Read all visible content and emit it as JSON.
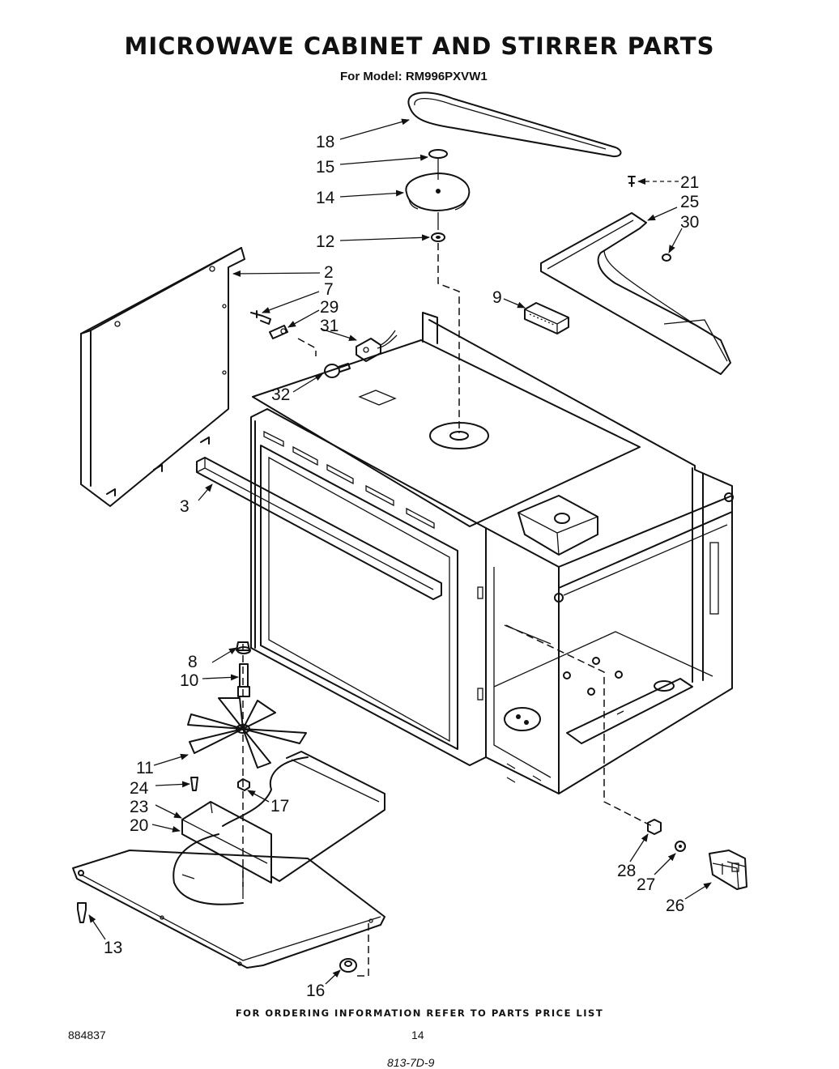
{
  "header": {
    "title": "MICROWAVE CABINET AND STIRRER PARTS",
    "subtitle": "For Model: RM996PXVW1"
  },
  "callouts": [
    "18",
    "15",
    "14",
    "12",
    "2",
    "7",
    "29",
    "31",
    "32",
    "3",
    "9",
    "21",
    "25",
    "30",
    "8",
    "10",
    "11",
    "24",
    "23",
    "20",
    "17",
    "13",
    "16",
    "28",
    "27",
    "26"
  ],
  "footer": {
    "note": "FOR ORDERING INFORMATION REFER TO PARTS PRICE LIST",
    "doc_number": "884837",
    "page_number": "14",
    "handwritten": "813-7D-9"
  }
}
